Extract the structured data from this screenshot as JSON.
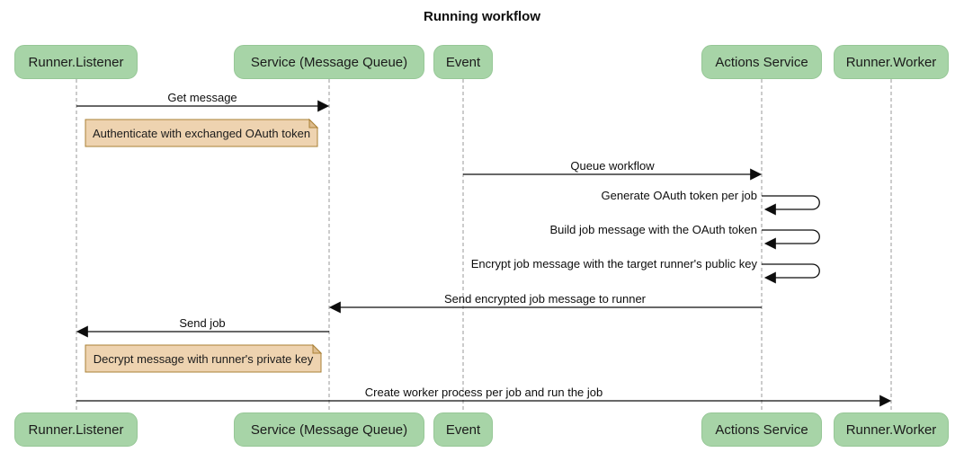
{
  "title": "Running workflow",
  "colors": {
    "actor_fill": "#a7d4a7",
    "actor_border": "#96c796",
    "note_fill": "#eed3b0",
    "note_border": "#aa8036",
    "note_fold": "#ddbc8d",
    "arrow": "#0d0d0d",
    "lifeline": "#9a9a9a",
    "text": "#1b1b1b"
  },
  "actors": [
    {
      "id": "runner-listener",
      "label": "Runner.Listener"
    },
    {
      "id": "service-message-queue",
      "label": "Service (Message Queue)"
    },
    {
      "id": "event",
      "label": "Event"
    },
    {
      "id": "actions-service",
      "label": "Actions Service"
    },
    {
      "id": "runner-worker",
      "label": "Runner.Worker"
    }
  ],
  "messages": [
    {
      "label": "Get message",
      "from": "Runner.Listener",
      "to": "Service (Message Queue)",
      "type": "solid"
    },
    {
      "label": "Queue workflow",
      "from": "Event",
      "to": "Actions Service",
      "type": "solid"
    },
    {
      "label": "Generate OAuth token per job",
      "from": "Actions Service",
      "to": "Actions Service",
      "type": "self"
    },
    {
      "label": "Build job message with the OAuth token",
      "from": "Actions Service",
      "to": "Actions Service",
      "type": "self"
    },
    {
      "label": "Encrypt job message with the target runner's public key",
      "from": "Actions Service",
      "to": "Actions Service",
      "type": "self"
    },
    {
      "label": "Send encrypted job message to runner",
      "from": "Actions Service",
      "to": "Service (Message Queue)",
      "type": "solid"
    },
    {
      "label": "Send job",
      "from": "Service (Message Queue)",
      "to": "Runner.Listener",
      "type": "solid"
    },
    {
      "label": "Create worker process per job and run the job",
      "from": "Runner.Listener",
      "to": "Runner.Worker",
      "type": "solid"
    }
  ],
  "notes": [
    {
      "label": "Authenticate with exchanged OAuth token",
      "position": "right of Runner.Listener"
    },
    {
      "label": "Decrypt message with runner's private key",
      "position": "right of Runner.Listener"
    }
  ]
}
